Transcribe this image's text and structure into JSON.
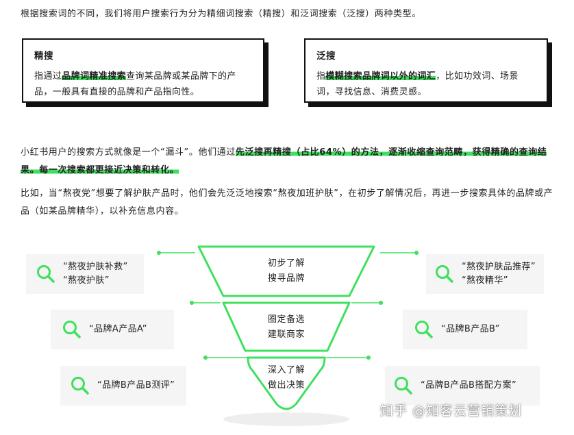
{
  "intro": "根据搜索词的不同，我们将用户搜索行为分为精细词搜索（精搜）和泛词搜索（泛搜）两种类型。",
  "cards": {
    "precise": {
      "title": "精搜",
      "body_prefix": "指通过",
      "body_highlight": "品牌词精准搜索",
      "body_suffix": "查询某品牌或某品牌下的产品，一般具有直接的品牌和产品指向性。"
    },
    "broad": {
      "title": "泛搜",
      "body_prefix": "指",
      "body_highlight": "模糊搜索品牌词以外的词汇",
      "body_suffix": "，比如功效词、场景词，寻找信息、消费灵感。"
    }
  },
  "para2": {
    "prefix": "小红书用户的搜索方式就像是一个“漏斗”。他们通过",
    "highlight1": "先泛搜再精搜（占比64%）的方法，逐渐收缩查询范畴，获得精确的查询结果。",
    "highlight2": "每一次搜索都更接近决策和转化。"
  },
  "para3": "比如，当“熬夜党”想要了解护肤产品时，他们会先泛泛地搜索“熬夜加班护肤”，在初步了解情况后，再进一步搜索具体的品牌或产品（如某品牌精华），以补充信息内容。",
  "funnel": {
    "stages": [
      {
        "line1": "初步了解",
        "line2": "搜寻品牌"
      },
      {
        "line1": "圈定备选",
        "line2": "建联商家"
      },
      {
        "line1": "深入了解",
        "line2": "做出决策"
      }
    ],
    "left": [
      [
        "“熬夜护肤补救”",
        "“熬夜护肤”"
      ],
      [
        "“品牌A产品A”"
      ],
      [
        "“品牌B产品B测评”"
      ]
    ],
    "right": [
      [
        "“熬夜护肤品推荐”",
        "“熬夜精华”"
      ],
      [
        "“品牌B产品B”"
      ],
      [
        "“品牌B产品B搭配方案”"
      ]
    ]
  },
  "watermark": "知乎 @知客云营销策划",
  "colors": {
    "accent": "#3ee05e",
    "ink": "#111111",
    "box": "#f5f5f5"
  }
}
